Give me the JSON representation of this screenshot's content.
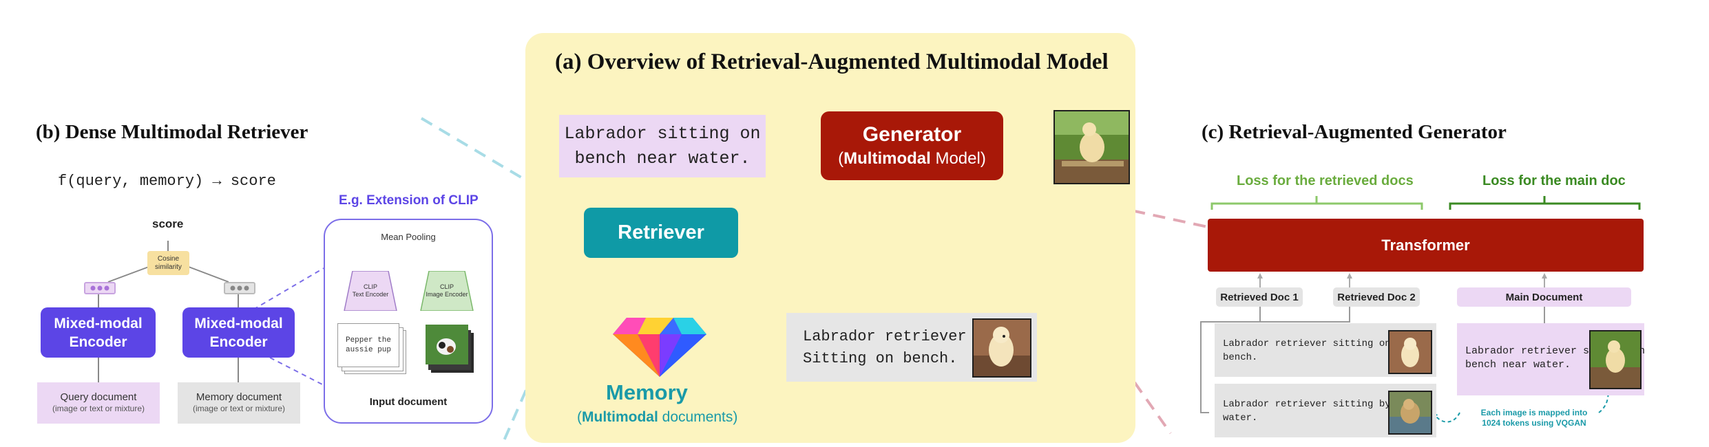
{
  "panel_a": {
    "title": "(a)  Overview of Retrieval-Augmented Multimodal Model",
    "query_text_line1": "Labrador sitting on",
    "query_text_line2": "bench near water.",
    "generator_title": "Generator",
    "generator_sub_bold": "Multimodal",
    "generator_sub_rest": " Model",
    "retriever_label": "Retriever",
    "memory_label": "Memory",
    "memory_sub_bold": "Multimodal",
    "memory_sub_rest": " documents",
    "retrieved_text_line1": "Labrador retriever",
    "retrieved_text_line2": "Sitting on bench.",
    "colors": {
      "panel": "#fcf4c0",
      "generator": "#a81808",
      "retriever": "#0f9aa6",
      "query": "#ecd8f4"
    }
  },
  "panel_b": {
    "title": "(b)  Dense Multimodal Retriever",
    "formula": "f(query, memory) → score",
    "score_label": "score",
    "cosine_line1": "Cosine",
    "cosine_line2": "similarity",
    "encoder_line1": "Mixed-modal",
    "encoder_line2": "Encoder",
    "query_doc_title": "Query document",
    "query_doc_sub": "(image or text or mixture)",
    "memory_doc_title": "Memory document",
    "memory_doc_sub": "(image or text or mixture)",
    "clip_title": "E.g. Extension of CLIP",
    "mean_pooling": "Mean Pooling",
    "clip_text_line1": "CLIP",
    "clip_text_line2": "Text Encoder",
    "clip_image_line1": "CLIP",
    "clip_image_line2": "Image Encoder",
    "pepper_line1": "Pepper the",
    "pepper_line2": "aussie pup",
    "input_document": "Input document",
    "colors": {
      "encoder": "#5c45e6",
      "clip_border": "#7c6ee8"
    }
  },
  "panel_c": {
    "title": "(c)  Retrieval-Augmented Generator",
    "loss_retrieved": "Loss for the retrieved docs",
    "loss_main": "Loss for the main doc",
    "transformer": "Transformer",
    "retrieved_doc_1": "Retrieved Doc 1",
    "retrieved_doc_2": "Retrieved Doc 2",
    "main_document": "Main Document",
    "doc1_line1": "Labrador retriever sitting on",
    "doc1_line2": "bench.",
    "doc2_line1": "Labrador retriever sitting by",
    "doc2_line2": "water.",
    "main_line1": "Labrador retriever sitting on",
    "main_line2": "bench near water.",
    "note_line1": "Each image is mapped into",
    "note_line2": "1024 tokens using VQGAN",
    "colors": {
      "transformer": "#a81808",
      "loss_retrieved": "#6aac3e",
      "loss_main": "#3a8a22"
    }
  }
}
